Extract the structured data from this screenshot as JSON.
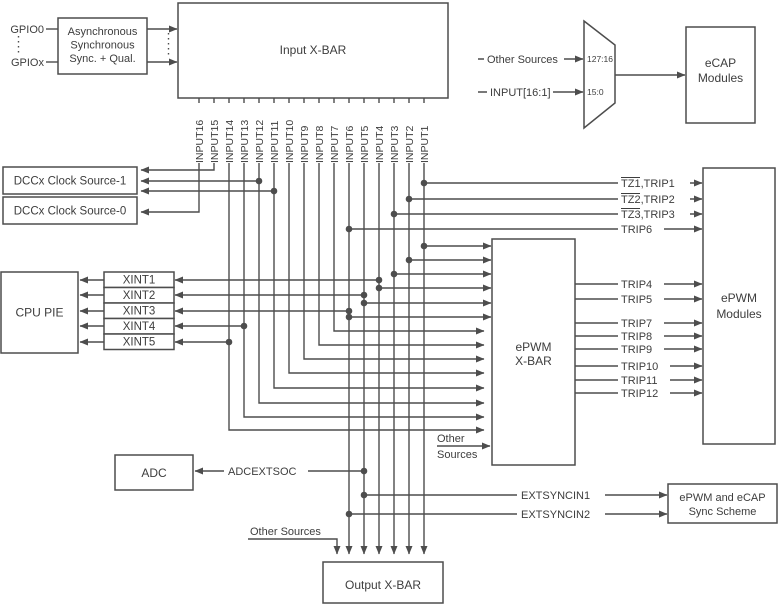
{
  "colors": {
    "line": "#4d4d4d",
    "text": "#3d3d3d",
    "box_border": "#4d4d4d",
    "background": "#ffffff"
  },
  "gpio": {
    "g0": "GPIO0",
    "gx": "GPIOx"
  },
  "async_box": [
    "Asynchronous",
    "Synchronous",
    "Sync. + Qual."
  ],
  "input_xbar": {
    "title": "Input X-BAR"
  },
  "input_labels": [
    "INPUT16",
    "INPUT15",
    "INPUT14",
    "INPUT13",
    "INPUT12",
    "INPUT11",
    "INPUT10",
    "INPUT9",
    "INPUT8",
    "INPUT7",
    "INPUT6",
    "INPUT5",
    "INPUT4",
    "INPUT3",
    "INPUT2",
    "INPUT1"
  ],
  "mux": {
    "other_sources": "Other Sources",
    "input_bus": "INPUT[16:1]",
    "upper": "127:16",
    "lower": "15:0"
  },
  "ecap": {
    "l1": "eCAP",
    "l2": "Modules"
  },
  "dcc": {
    "src1": "DCCx Clock Source-1",
    "src0": "DCCx Clock Source-0"
  },
  "cpu_pie": {
    "title": "CPU PIE"
  },
  "xint": [
    "XINT1",
    "XINT2",
    "XINT3",
    "XINT4",
    "XINT5"
  ],
  "epwm_xbar": {
    "l1": "ePWM",
    "l2": "X-BAR"
  },
  "epwm_modules": {
    "l1": "ePWM",
    "l2": "Modules"
  },
  "tz": [
    {
      "bar": "TZ1",
      "rest": ",TRIP1"
    },
    {
      "bar": "TZ2",
      "rest": ",TRIP2"
    },
    {
      "bar": "TZ3",
      "rest": ",TRIP3"
    }
  ],
  "trip6": "TRIP6",
  "trip_mid": [
    "TRIP4",
    "TRIP5"
  ],
  "trip_low": [
    "TRIP7",
    "TRIP8",
    "TRIP9",
    "TRIP10",
    "TRIP11",
    "TRIP12"
  ],
  "adc": {
    "title": "ADC",
    "signal": "ADCEXTSOC"
  },
  "extsync": {
    "in1": "EXTSYNCIN1",
    "in2": "EXTSYNCIN2"
  },
  "sync_box": {
    "l1": "ePWM and eCAP",
    "l2": "Sync Scheme"
  },
  "other_src_epwm": {
    "l1": "Other",
    "l2": "Sources"
  },
  "other_src_out": "Other Sources",
  "output_xbar": {
    "title": "Output X-BAR"
  }
}
